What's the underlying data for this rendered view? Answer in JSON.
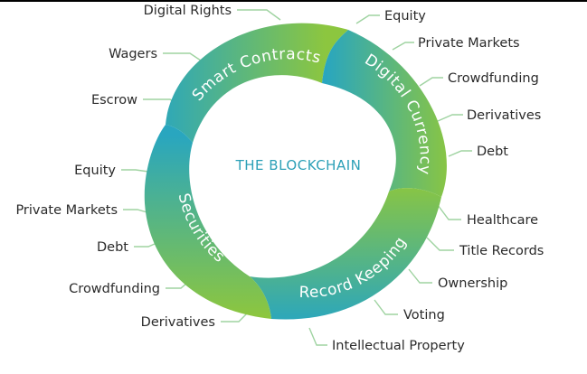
{
  "center_title": "THE BLOCKCHAIN",
  "segments": [
    {
      "title": "Smart Contracts",
      "labels": [
        "Digital Rights",
        "Wagers",
        "Escrow"
      ]
    },
    {
      "title": "Digital Currency",
      "labels": [
        "Equity",
        "Private Markets",
        "Crowdfunding",
        "Derivatives",
        "Debt"
      ]
    },
    {
      "title": "Record Keeping",
      "labels": [
        "Healthcare",
        "Title Records",
        "Ownership",
        "Voting",
        "Intellectual Property"
      ]
    },
    {
      "title": "Securities",
      "labels": [
        "Equity",
        "Private Markets",
        "Debt",
        "Crowdfunding",
        "Derivatives"
      ]
    }
  ],
  "colors": {
    "teal": "#2aa5bd",
    "green": "#8cc63f",
    "center_text": "#2ca0b7",
    "leader": "#9fd3a1"
  }
}
